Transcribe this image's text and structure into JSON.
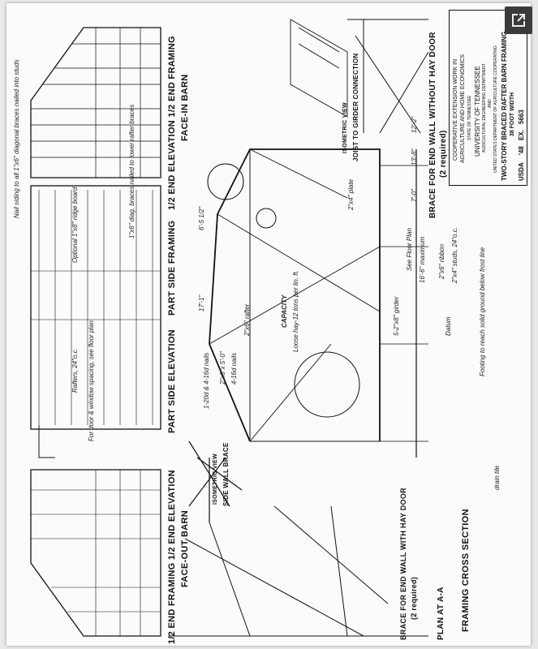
{
  "viewer": {
    "expand_icon": "expand-icon"
  },
  "title_block": {
    "line1": "COOPERATIVE EXTENSION WORK IN",
    "line2": "AGRICULTURE AND HOME ECONOMICS",
    "line3": "STATE OF TENNESSEE",
    "line4": "UNIVERSITY OF TENNESSEE",
    "line5": "AGRICULTURAL ENGINEERING DEPARTMENT",
    "line6": "AND",
    "line7": "UNITED STATES DEPARTMENT OF AGRICULTURE COOPERATING",
    "plan_title": "TWO-STORY BRACED RAFTER BARN FRAMING",
    "plan_subtitle": "38 FOOT WIDTH",
    "usda": "USDA",
    "year": "'48",
    "ex": "EX.",
    "number": "5663"
  },
  "views": {
    "face_out_barn_title": "1/2 END FRAMING   1/2 END ELEVATION",
    "face_out_barn_sub": "FACE-OUT BARN",
    "part_side_elevation": "PART SIDE ELEVATION",
    "part_side_framing": "PART SIDE FRAMING",
    "face_in_barn_title": "1/2 END ELEVATION   1/2 END FRAMING",
    "face_in_barn_sub": "FACE-IN BARN",
    "framing_cross_section": "FRAMING CROSS SECTION",
    "brace_without_door": "BRACE FOR END WALL WITHOUT HAY DOOR",
    "brace_without_door_req": "(2 required)",
    "brace_with_door": "BRACE FOR END WALL WITH HAY DOOR",
    "brace_with_door_req": "(2 required)",
    "plan_a_a": "PLAN AT A-A",
    "side_wall_brace": "SIDE WALL BRACE",
    "side_wall_brace_view": "ISOMETRIC VIEW",
    "joist_girder": "JOIST TO GIRDER CONNECTION",
    "joist_girder_view": "ISOMETRIC VIEW"
  },
  "notes": {
    "nailing": "Nail siding to all 1\"x6\" diagonal braces nailed into studs",
    "ridge_board": "Optional 1\"x8\" ridge board",
    "rafters": "Rafters, 24\"o.c.",
    "door_window": "For door & window spacing, see floor plan",
    "diag_braces": "1\"x6\" diag. braces nailed to lower rafter braces",
    "dim_17_1": "17'-1\"",
    "dim_6_5": "6'-5 1/2\"",
    "rafter_2x6": "2\"x6\" rafter",
    "nails_1_20d": "1-20d & 4-16d nails",
    "brace_2x6_5": "2\"x6\"x 5'-0\"",
    "nails_4_16d": "4-16d nails",
    "capacity": "CAPACITY",
    "capacity_text": "Loose hay-12 tons per lin. ft.",
    "girder": "5-2\"x8\" girder",
    "see_floor_plan": "See Floor Plan",
    "footing": "Footing to reach solid ground below frost line",
    "datum": "Datum",
    "ribbon": "2\"x6\" ribbon",
    "studs": "2\"x4\" studs, 24\"o.c.",
    "max_dim": "16'-6\" maximum",
    "dim_13_8": "13'-8\"",
    "dim_12_2": "12'-2\"",
    "drain_tile": "drain tile",
    "plate": "2\"x4\" plate",
    "dim_7_0": "7'-0\""
  }
}
